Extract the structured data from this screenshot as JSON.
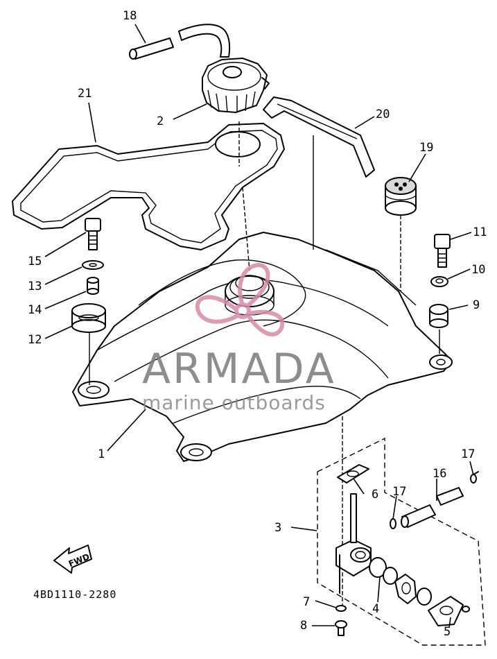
{
  "diagram": {
    "part_code": "4BD1110-2280",
    "fwd_label": "FWD",
    "callouts": {
      "c1": "1",
      "c2": "2",
      "c3": "3",
      "c4": "4",
      "c5": "5",
      "c6": "6",
      "c7": "7",
      "c8": "8",
      "c9": "9",
      "c10": "10",
      "c11": "11",
      "c12": "12",
      "c13": "13",
      "c14": "14",
      "c15": "15",
      "c16": "16",
      "c17a": "17",
      "c17b": "17",
      "c18": "18",
      "c19": "19",
      "c20": "20",
      "c21": "21"
    }
  },
  "watermark": {
    "title": "ARMADA",
    "subtitle": "marine outboards",
    "logo_color": "#d98aa8",
    "text_color": "#7a7a7a"
  }
}
